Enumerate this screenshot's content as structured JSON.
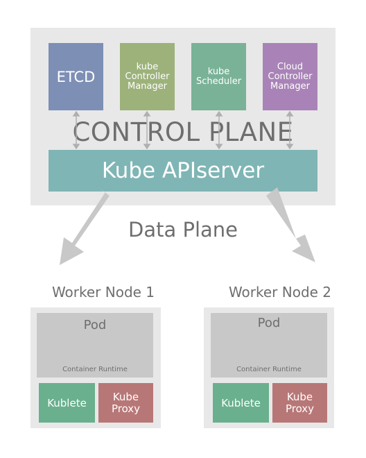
{
  "control_plane": {
    "label": "CONTROL PLANE",
    "components": {
      "etcd": "ETCD",
      "controller_manager": "kube\nController\nManager",
      "scheduler": "kube\nScheduler",
      "cloud_controller_manager": "Cloud\nController\nManager"
    },
    "api_server": "Kube APIserver"
  },
  "data_plane_label": "Data Plane",
  "worker_nodes": [
    {
      "title": "Worker Node 1",
      "pod": "Pod",
      "runtime": "Container Runtime",
      "kublete": "Kublete",
      "proxy": "Kube\nProxy"
    },
    {
      "title": "Worker Node 2",
      "pod": "Pod",
      "runtime": "Container Runtime",
      "kublete": "Kublete",
      "proxy": "Kube\nProxy"
    }
  ],
  "colors": {
    "etcd": "#7d8fb5",
    "controller_manager": "#9cb27a",
    "scheduler": "#7ab297",
    "cloud_controller_manager": "#a983b7",
    "api_server": "#7fb5b5",
    "kublete": "#6ab08e",
    "proxy": "#b87777"
  }
}
